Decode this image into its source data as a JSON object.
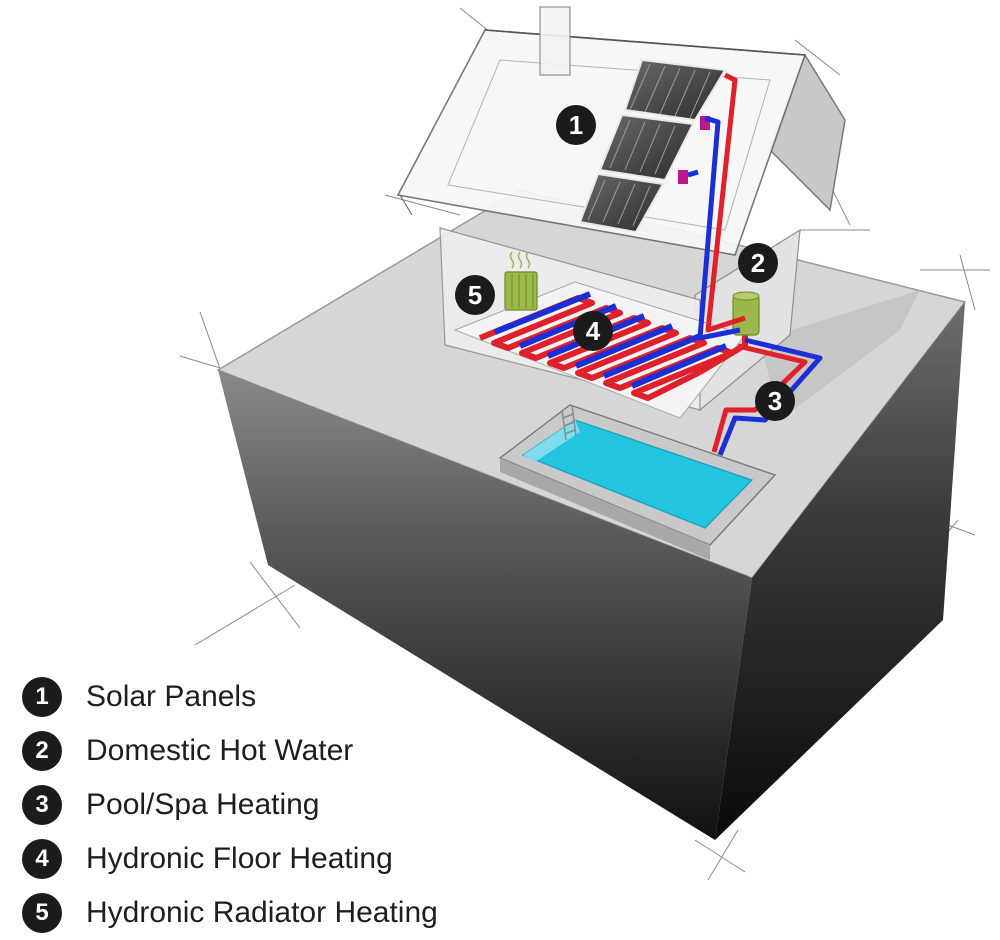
{
  "diagram": {
    "callouts": [
      {
        "number": "1"
      },
      {
        "number": "2"
      },
      {
        "number": "3"
      },
      {
        "number": "4"
      },
      {
        "number": "5"
      }
    ]
  },
  "legend": {
    "items": [
      {
        "number": "1",
        "label": "Solar Panels"
      },
      {
        "number": "2",
        "label": "Domestic Hot Water"
      },
      {
        "number": "3",
        "label": "Pool/Spa Heating"
      },
      {
        "number": "4",
        "label": "Hydronic Floor Heating"
      },
      {
        "number": "5",
        "label": "Hydronic Radiator Heating"
      }
    ]
  },
  "colors": {
    "hot_pipe": "#e0202a",
    "cold_pipe": "#1c2fd6",
    "pool_water": "#22c4e0",
    "badge": "#1b1b1b",
    "ground_dark": "#111111",
    "tank": "#9cb84a"
  }
}
